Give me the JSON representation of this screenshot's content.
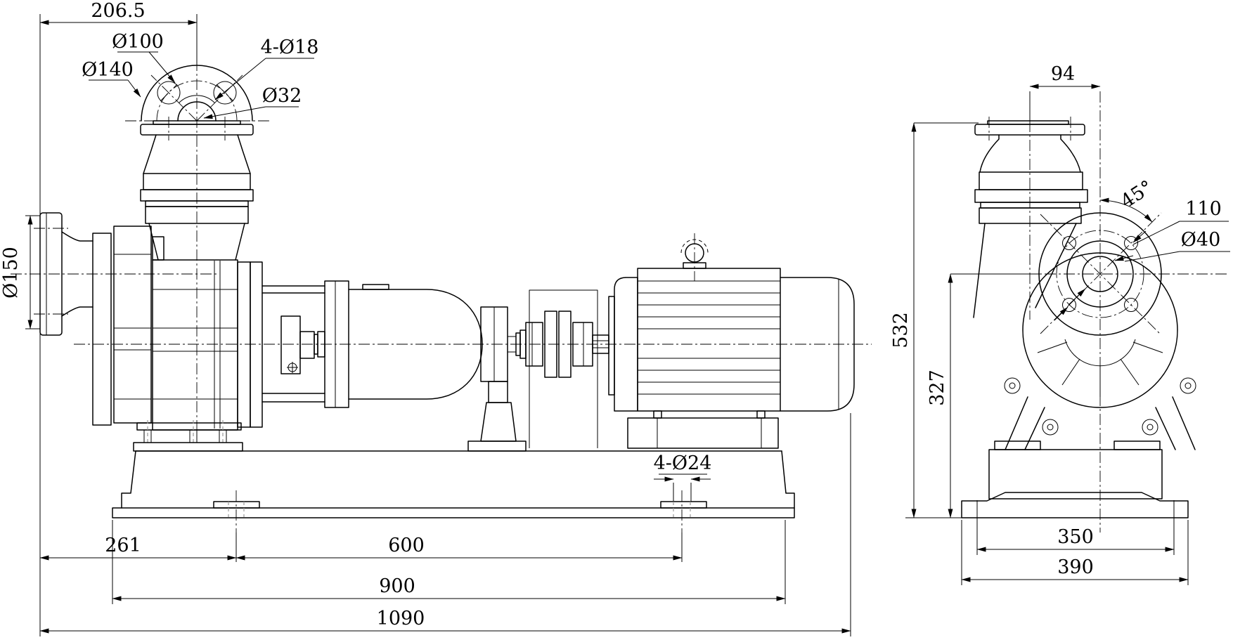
{
  "drawing": {
    "kind": "pump-outline-engineering-drawing",
    "background": "#ffffff",
    "line_color": "#000000",
    "views": {
      "front": "front-view",
      "side": "side-view"
    },
    "dims": {
      "flange_offset": "206.5",
      "discharge_bolt_circle": "Ø100",
      "discharge_flange_od": "Ø140",
      "discharge_bolt_holes": "4-Ø18",
      "discharge_bore": "Ø32",
      "suction_flange_od": "Ø150",
      "flange_to_foot_bolt": "261",
      "foundation_bolt_spacing": "600",
      "base_length": "900",
      "overall_length": "1090",
      "foundation_bolt_holes": "4-Ø24",
      "discharge_to_axis": "94",
      "bolt_hole_angle": "45°",
      "suction_bolt_circle": "110",
      "hub_bore": "Ø40",
      "overall_height": "532",
      "axis_height": "327",
      "base_width_top": "350",
      "base_width_bottom": "390"
    }
  }
}
